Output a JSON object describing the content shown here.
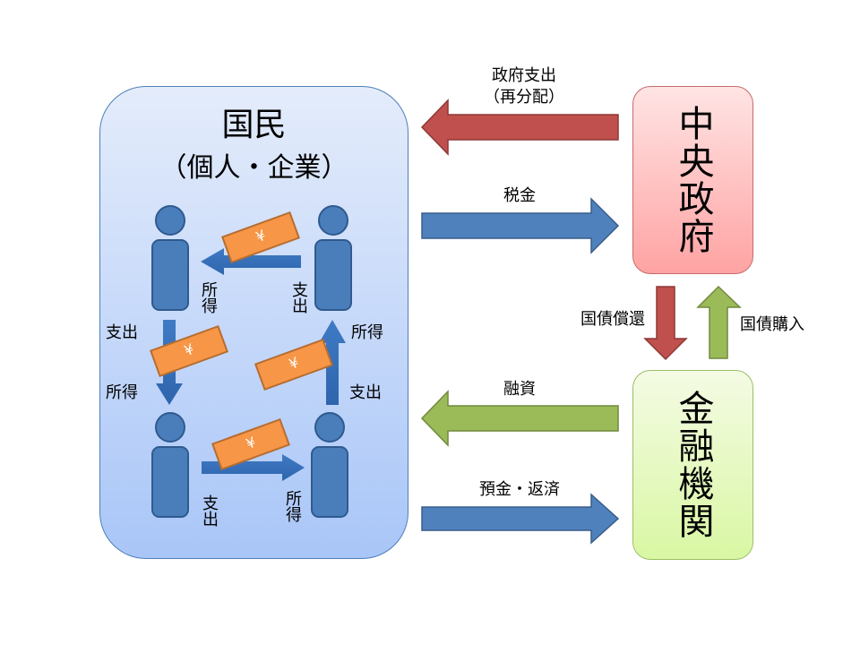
{
  "citizens": {
    "title": "国民",
    "subtitle": "（個人・企業）"
  },
  "central_government": {
    "label": "中央政府"
  },
  "financial_institutions": {
    "label": "金融機関"
  },
  "flows": {
    "gov_spending": "政府支出",
    "gov_spending_sub": "（再分配）",
    "tax": "税金",
    "bond_redemption": "国債償還",
    "bond_purchase": "国債購入",
    "loan": "融資",
    "deposit_repayment": "預金・返済"
  },
  "circulation": {
    "top_income": "所得",
    "top_spending": "支出",
    "left_spending": "支出",
    "left_income": "所得",
    "right_income": "所得",
    "right_spending": "支出",
    "bottom_spending": "支出",
    "bottom_income": "所得",
    "currency_symbol": "¥"
  },
  "colors": {
    "red_arrow": "#c0504d",
    "blue_arrow": "#4f81bd",
    "green_arrow": "#9bbb59",
    "person": "#4a7ebb",
    "bill": "#f79646"
  }
}
